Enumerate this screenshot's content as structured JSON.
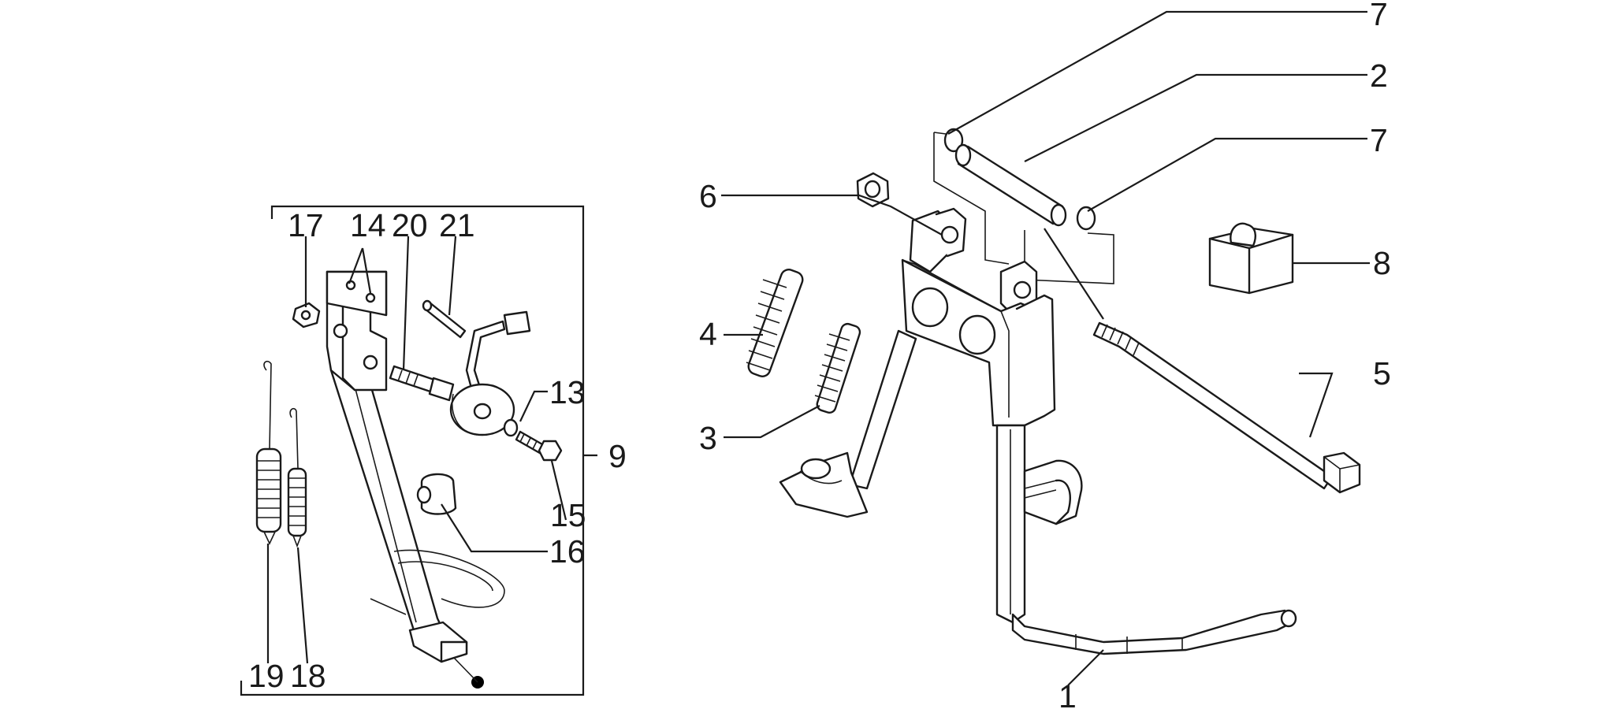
{
  "diagram": {
    "callouts": {
      "c1": "1",
      "c2": "2",
      "c3": "3",
      "c4": "4",
      "c5": "5",
      "c6": "6",
      "c7a": "7",
      "c7b": "7",
      "c8": "8",
      "c9": "9",
      "c13": "13",
      "c14": "14",
      "c15": "15",
      "c16": "16",
      "c17": "17",
      "c18": "18",
      "c19": "19",
      "c20": "20",
      "c21": "21"
    }
  }
}
